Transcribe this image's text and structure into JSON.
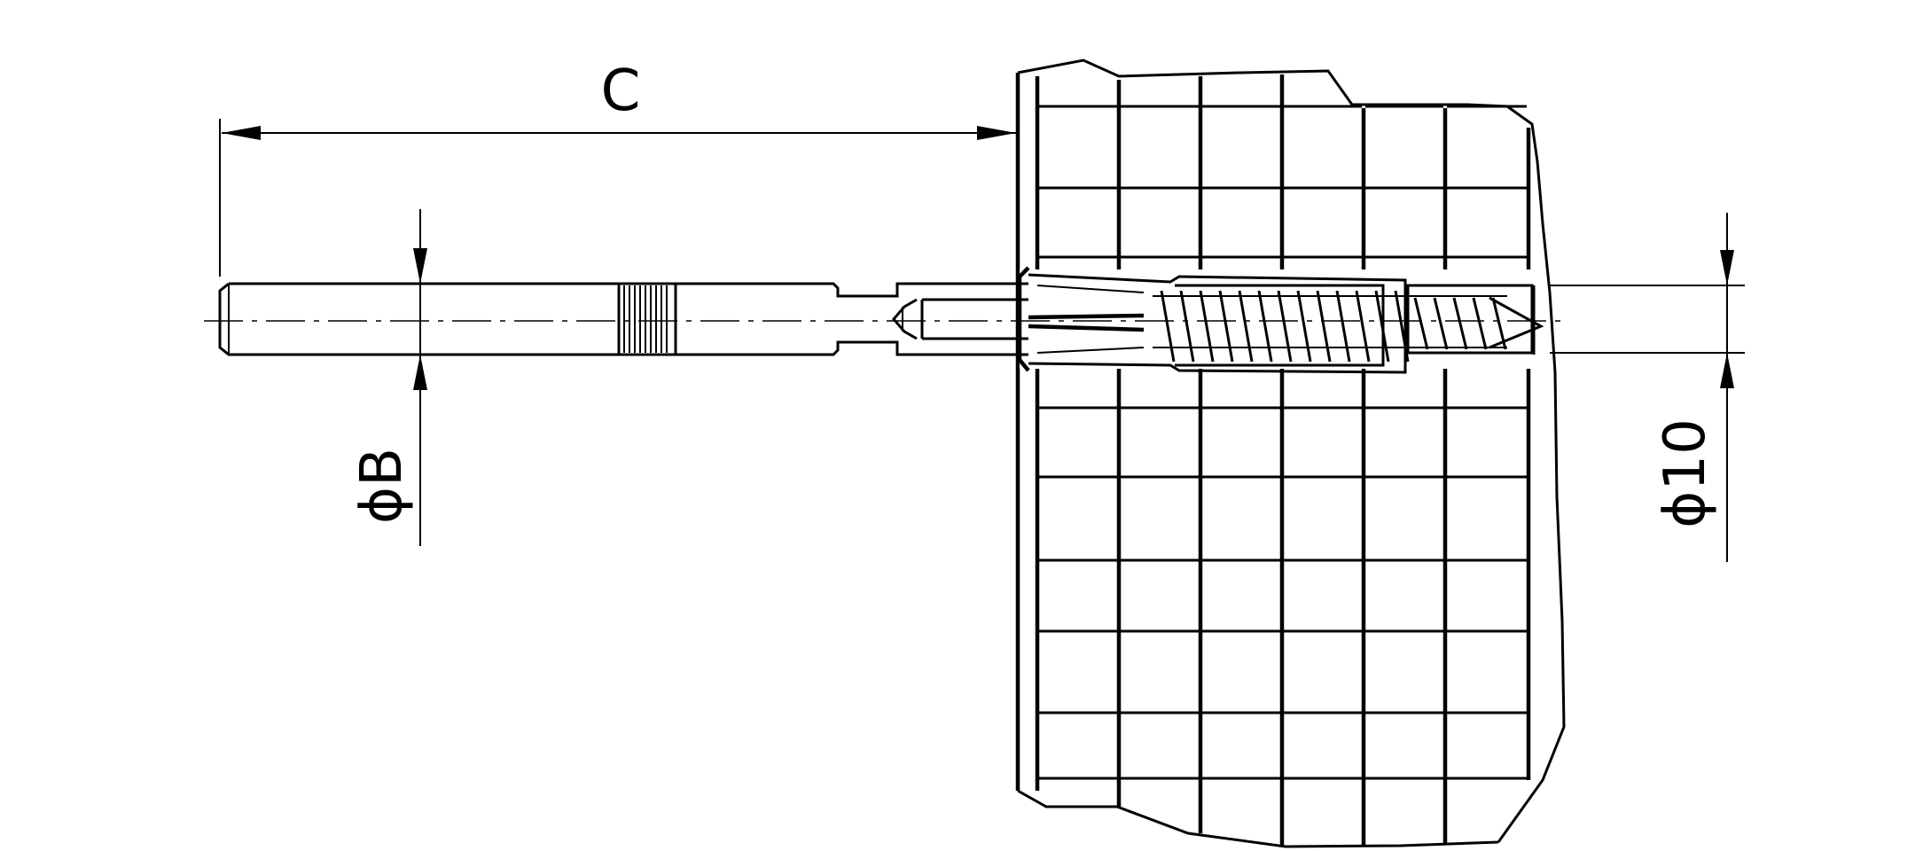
{
  "labels": {
    "length": "C",
    "shaft_diameter": "ϕB",
    "hole_diameter": "ϕ10"
  },
  "colors": {
    "line": "#000000",
    "background": "#ffffff"
  }
}
